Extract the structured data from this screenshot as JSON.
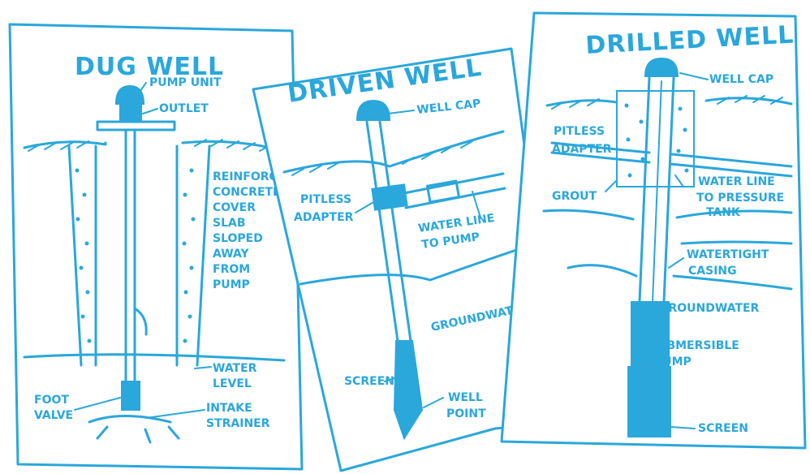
{
  "colors": {
    "ink": "#2aa7db",
    "paper": "#ffffff"
  },
  "dug_well": {
    "title": "DUG WELL",
    "labels": [
      "PUMP UNIT",
      "OUTLET",
      "REINFORCED",
      "CONCRETE",
      "COVER",
      "SLAB",
      "SLOPED",
      "AWAY",
      "FROM",
      "PUMP",
      "WATER",
      "LEVEL",
      "FOOT",
      "VALVE",
      "INTAKE",
      "STRAINER"
    ]
  },
  "driven_well": {
    "title": "DRIVEN WELL",
    "labels": [
      "WELL CAP",
      "PITLESS",
      "ADAPTER",
      "WATER LINE",
      "TO PUMP",
      "GROUNDWATER",
      "SCREEN",
      "WELL",
      "POINT"
    ]
  },
  "drilled_well": {
    "title": "DRILLED WELL",
    "labels": [
      "WELL CAP",
      "PITLESS",
      "ADAPTER",
      "GROUT",
      "WATER LINE",
      "TO PRESSURE",
      "TANK",
      "WATERTIGHT",
      "CASING",
      "GROUNDWATER",
      "SUBMERSIBLE",
      "PUMP",
      "SCREEN"
    ]
  }
}
